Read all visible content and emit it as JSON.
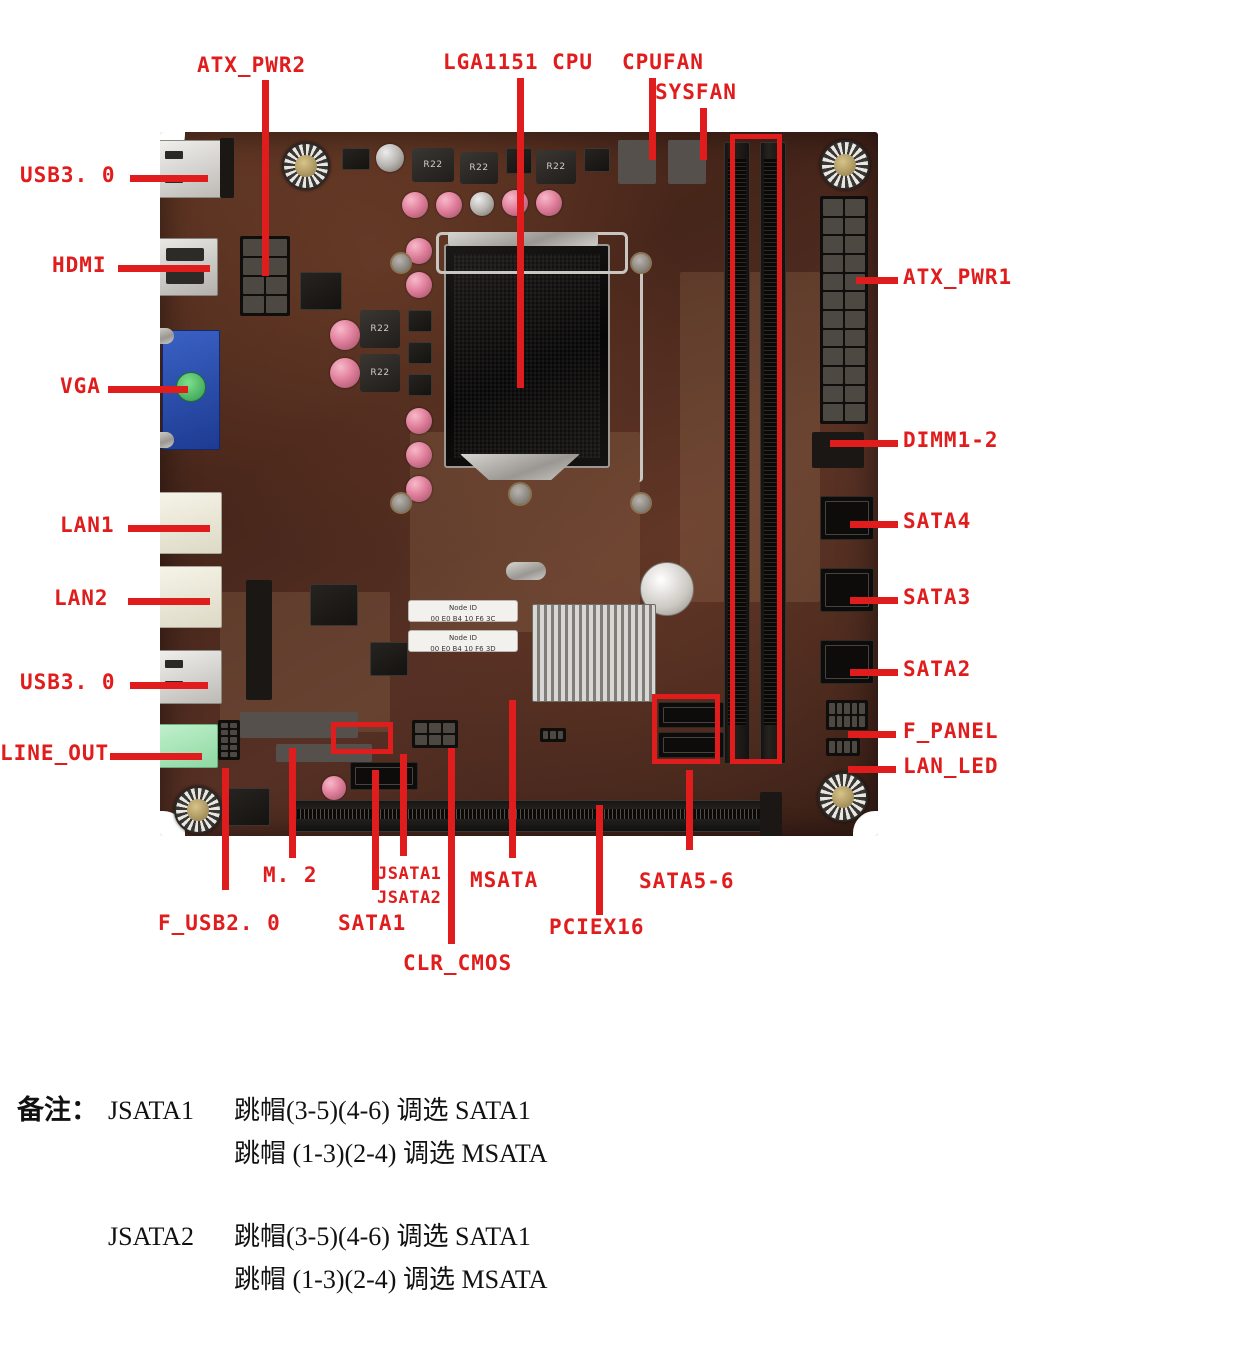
{
  "diagram": {
    "title": "Motherboard connector callout diagram",
    "accent_color": "#e01c1c",
    "board_color": "#4a281b",
    "callouts": [
      {
        "id": "usb30-top",
        "label": "USB3. 0"
      },
      {
        "id": "hdmi",
        "label": "HDMI"
      },
      {
        "id": "vga",
        "label": "VGA"
      },
      {
        "id": "lan1",
        "label": "LAN1"
      },
      {
        "id": "lan2",
        "label": "LAN2"
      },
      {
        "id": "usb30-bot",
        "label": "USB3. 0"
      },
      {
        "id": "line-out",
        "label": "LINE_OUT"
      },
      {
        "id": "atx-pwr2",
        "label": "ATX_PWR2"
      },
      {
        "id": "lga1151-cpu",
        "label": "LGA1151 CPU"
      },
      {
        "id": "cpufan",
        "label": "CPUFAN"
      },
      {
        "id": "sysfan",
        "label": "SYSFAN"
      },
      {
        "id": "atx-pwr1",
        "label": "ATX_PWR1"
      },
      {
        "id": "dimm1-2",
        "label": "DIMM1-2"
      },
      {
        "id": "sata4",
        "label": "SATA4"
      },
      {
        "id": "sata3",
        "label": "SATA3"
      },
      {
        "id": "sata2",
        "label": "SATA2"
      },
      {
        "id": "f-panel",
        "label": "F_PANEL"
      },
      {
        "id": "lan-led",
        "label": "LAN_LED"
      },
      {
        "id": "f-usb20",
        "label": "F_USB2. 0"
      },
      {
        "id": "m2",
        "label": "M. 2"
      },
      {
        "id": "sata1",
        "label": "SATA1"
      },
      {
        "id": "jsata1",
        "label": "JSATA1"
      },
      {
        "id": "jsata2",
        "label": "JSATA2"
      },
      {
        "id": "clr-cmos",
        "label": "CLR_CMOS"
      },
      {
        "id": "msata",
        "label": "MSATA"
      },
      {
        "id": "pciex16",
        "label": "PCIEX16"
      },
      {
        "id": "sata5-6",
        "label": "SATA5-6"
      }
    ],
    "board_silkscreen": {
      "inductors": [
        "R22",
        "R22",
        "R22",
        "R22",
        "R22"
      ],
      "stickers": [
        {
          "title": "Node ID",
          "value": "00 E0 B4 10 F6 3C"
        },
        {
          "title": "Node ID",
          "value": "00 E0 B4 10 F6 3D"
        }
      ]
    }
  },
  "notes": {
    "prefix": "备注：",
    "entries": [
      {
        "key": "JSATA1",
        "lines": [
          "跳帽(3-5)(4-6) 调选 SATA1",
          "跳帽 (1-3)(2-4) 调选 MSATA"
        ]
      },
      {
        "key": "JSATA2",
        "lines": [
          "跳帽(3-5)(4-6) 调选 SATA1",
          "跳帽 (1-3)(2-4) 调选 MSATA"
        ]
      }
    ]
  }
}
